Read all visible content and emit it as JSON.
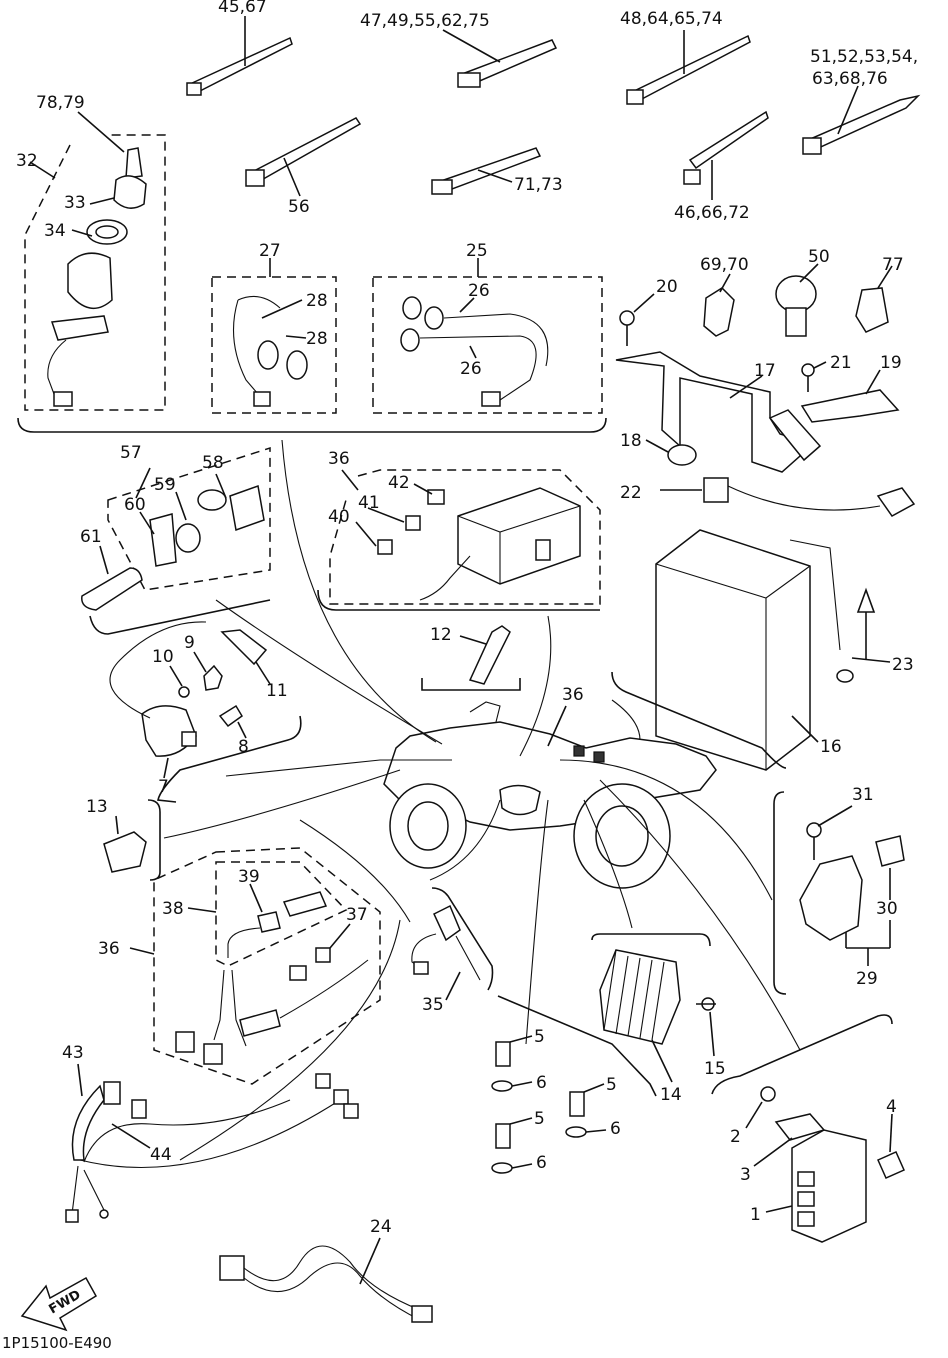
{
  "labels": [
    {
      "id": "45_67",
      "text": "45,67"
    },
    {
      "id": "47_75",
      "text": "47,49,55,62,75"
    },
    {
      "id": "48_74",
      "text": "48,64,65,74"
    },
    {
      "id": "51_54",
      "text": "51,52,53,54,"
    },
    {
      "id": "63_76",
      "text": "63,68,76"
    },
    {
      "id": "78_79",
      "text": "78,79"
    },
    {
      "id": "32",
      "text": "32"
    },
    {
      "id": "33",
      "text": "33"
    },
    {
      "id": "34",
      "text": "34"
    },
    {
      "id": "56",
      "text": "56"
    },
    {
      "id": "71_73",
      "text": "71,73"
    },
    {
      "id": "46_72",
      "text": "46,66,72"
    },
    {
      "id": "27",
      "text": "27"
    },
    {
      "id": "28a",
      "text": "28"
    },
    {
      "id": "28b",
      "text": "28"
    },
    {
      "id": "25",
      "text": "25"
    },
    {
      "id": "26a",
      "text": "26"
    },
    {
      "id": "26b",
      "text": "26"
    },
    {
      "id": "20",
      "text": "20"
    },
    {
      "id": "69_70",
      "text": "69,70"
    },
    {
      "id": "50",
      "text": "50"
    },
    {
      "id": "77",
      "text": "77"
    },
    {
      "id": "17",
      "text": "17"
    },
    {
      "id": "21",
      "text": "21"
    },
    {
      "id": "19",
      "text": "19"
    },
    {
      "id": "18",
      "text": "18"
    },
    {
      "id": "22",
      "text": "22"
    },
    {
      "id": "57",
      "text": "57"
    },
    {
      "id": "58",
      "text": "58"
    },
    {
      "id": "59",
      "text": "59"
    },
    {
      "id": "60",
      "text": "60"
    },
    {
      "id": "61",
      "text": "61"
    },
    {
      "id": "36a",
      "text": "36"
    },
    {
      "id": "42",
      "text": "42"
    },
    {
      "id": "41",
      "text": "41"
    },
    {
      "id": "40",
      "text": "40"
    },
    {
      "id": "12",
      "text": "12"
    },
    {
      "id": "9",
      "text": "9"
    },
    {
      "id": "10",
      "text": "10"
    },
    {
      "id": "11",
      "text": "11"
    },
    {
      "id": "8",
      "text": "8"
    },
    {
      "id": "7",
      "text": "7"
    },
    {
      "id": "36b",
      "text": "36"
    },
    {
      "id": "23",
      "text": "23"
    },
    {
      "id": "16",
      "text": "16"
    },
    {
      "id": "13",
      "text": "13"
    },
    {
      "id": "31",
      "text": "31"
    },
    {
      "id": "39",
      "text": "39"
    },
    {
      "id": "38",
      "text": "38"
    },
    {
      "id": "37",
      "text": "37"
    },
    {
      "id": "36c",
      "text": "36"
    },
    {
      "id": "30",
      "text": "30"
    },
    {
      "id": "29",
      "text": "29"
    },
    {
      "id": "35",
      "text": "35"
    },
    {
      "id": "15",
      "text": "15"
    },
    {
      "id": "14",
      "text": "14"
    },
    {
      "id": "5a",
      "text": "5"
    },
    {
      "id": "6a",
      "text": "6"
    },
    {
      "id": "5b",
      "text": "5"
    },
    {
      "id": "6b",
      "text": "6"
    },
    {
      "id": "5c",
      "text": "5"
    },
    {
      "id": "6c",
      "text": "6"
    },
    {
      "id": "43",
      "text": "43"
    },
    {
      "id": "44",
      "text": "44"
    },
    {
      "id": "4",
      "text": "4"
    },
    {
      "id": "2",
      "text": "2"
    },
    {
      "id": "3",
      "text": "3"
    },
    {
      "id": "1",
      "text": "1"
    },
    {
      "id": "24",
      "text": "24"
    }
  ],
  "fwd_label": "FWD",
  "diagram_code": "1P15100-E490"
}
